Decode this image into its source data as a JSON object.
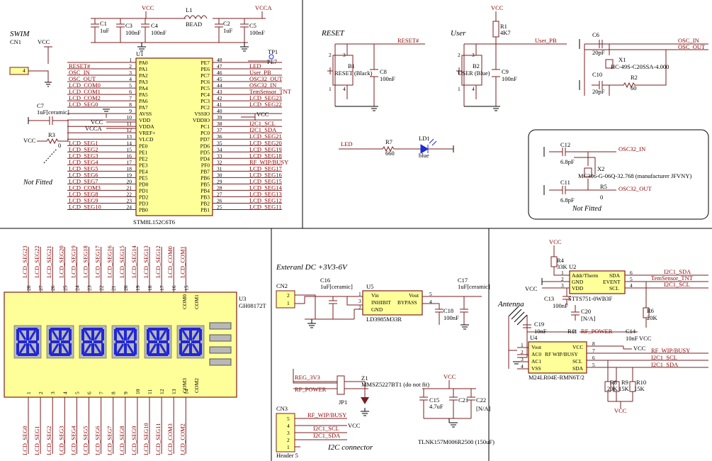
{
  "sections": {
    "swim": "SWIM",
    "reset": "RESET",
    "user": "User",
    "notfitted": "Not Fitted",
    "notfitted2": "Not Fitted",
    "extdc": "Exteranl DC +3V3-6V",
    "i2c": "I2C connector",
    "antenna": "Antenna"
  },
  "power": {
    "vcc": "VCC",
    "vcca": "VCCA"
  },
  "mcu": {
    "ref": "U1",
    "part": "STM8L152C6T6",
    "left": [
      {
        "n": "1",
        "name": "PA0",
        "net": ""
      },
      {
        "n": "2",
        "name": "PA1",
        "net": "RESET#"
      },
      {
        "n": "3",
        "name": "PA2",
        "net": "OSC_IN"
      },
      {
        "n": "4",
        "name": "PA3",
        "net": "OSC_OUT"
      },
      {
        "n": "5",
        "name": "PA4",
        "net": "LCD_COM0"
      },
      {
        "n": "6",
        "name": "PA5",
        "net": "LCD_COM1"
      },
      {
        "n": "7",
        "name": "PA6",
        "net": "LCD_COM2"
      },
      {
        "n": "8",
        "name": "PA7",
        "net": "LCD_SEG0"
      },
      {
        "n": "9",
        "name": "AVSS",
        "net": ""
      },
      {
        "n": "10",
        "name": "VDD",
        "net": ""
      },
      {
        "n": "11",
        "name": "VDDA",
        "net": ""
      },
      {
        "n": "12",
        "name": "VREF+",
        "net": ""
      },
      {
        "n": "13",
        "name": "VLCD",
        "net": ""
      },
      {
        "n": "14",
        "name": "PE0",
        "net": "LCD_SEG1"
      },
      {
        "n": "15",
        "name": "PE1",
        "net": "LCD_SEG2"
      },
      {
        "n": "16",
        "name": "PE2",
        "net": "LCD_SEG3"
      },
      {
        "n": "17",
        "name": "PE3",
        "net": "LCD_SEG4"
      },
      {
        "n": "18",
        "name": "PE4",
        "net": "LCD_SEG5"
      },
      {
        "n": "19",
        "name": "PE5",
        "net": "LCD_SEG6"
      },
      {
        "n": "20",
        "name": "PD0",
        "net": "LCD_SEG7"
      },
      {
        "n": "21",
        "name": "PD1",
        "net": "LCD_COM3"
      },
      {
        "n": "22",
        "name": "PD2",
        "net": "LCD_SEG8"
      },
      {
        "n": "23",
        "name": "PD3",
        "net": "LCD_SEG9"
      },
      {
        "n": "24",
        "name": "PB0",
        "net": "LCD_SEG10"
      }
    ],
    "right": [
      {
        "n": "48",
        "name": "PE7",
        "net": ""
      },
      {
        "n": "47",
        "name": "PE6",
        "net": "LED"
      },
      {
        "n": "46",
        "name": "PC7",
        "net": "User_PB"
      },
      {
        "n": "45",
        "name": "PC6",
        "net": "OSC32_OUT"
      },
      {
        "n": "44",
        "name": "PC5",
        "net": "OSC32_IN"
      },
      {
        "n": "43",
        "name": "PC4",
        "net": "TemSensor_TNT"
      },
      {
        "n": "42",
        "name": "PC3",
        "net": "LCD_SEG23"
      },
      {
        "n": "41",
        "name": "PC2",
        "net": "LCD_SEG22"
      },
      {
        "n": "40",
        "name": "VSSIO",
        "net": ""
      },
      {
        "n": "39",
        "name": "VDDIO",
        "net": ""
      },
      {
        "n": "38",
        "name": "PC1",
        "net": "I2C1_SCL"
      },
      {
        "n": "37",
        "name": "PC0",
        "net": "I2C1_SDA"
      },
      {
        "n": "36",
        "name": "PD7",
        "net": "LCD_SEG21"
      },
      {
        "n": "35",
        "name": "PD6",
        "net": "LCD_SEG20"
      },
      {
        "n": "34",
        "name": "PD5",
        "net": "LCD_SEG19"
      },
      {
        "n": "33",
        "name": "PD4",
        "net": "LCD_SEG18"
      },
      {
        "n": "32",
        "name": "PF0",
        "net": "RF_WIP/BUSY"
      },
      {
        "n": "31",
        "name": "PB7",
        "net": "LCD_SEG17"
      },
      {
        "n": "30",
        "name": "PB6",
        "net": "LCD_SEG16"
      },
      {
        "n": "29",
        "name": "PB5",
        "net": "LCD_SEG15"
      },
      {
        "n": "28",
        "name": "PB4",
        "net": "LCD_SEG14"
      },
      {
        "n": "27",
        "name": "PB3",
        "net": "LCD_SEG13"
      },
      {
        "n": "26",
        "name": "PB2",
        "net": "LCD_SEG12"
      },
      {
        "n": "25",
        "name": "PB1",
        "net": "LCD_SEG11"
      }
    ]
  },
  "topcaps": {
    "c1": "C1",
    "c1v": "1uF",
    "c3": "C3",
    "c3v": "100nF",
    "c4": "C4",
    "c4v": "100nF",
    "l1": "L1",
    "l1v": "BEAD",
    "c2": "C2",
    "c2v": "1uF",
    "c5": "C5",
    "c5v": "100nF"
  },
  "swimconn": {
    "ref": "CN1",
    "pin": "4"
  },
  "c7": {
    "ref": "C7",
    "val": "1uF[ceramic]"
  },
  "r3": {
    "ref": "R3",
    "val": "0"
  },
  "tp1": {
    "ref": "TP1",
    "net": "PE7"
  },
  "resetblk": {
    "net": "RESET#",
    "b1": "B1",
    "b1lbl": "RESET (Black)",
    "c8": "C8",
    "c8v": "100nF",
    "p1": "1",
    "p2": "2",
    "p3": "3",
    "p4": "4"
  },
  "userblk": {
    "r1": "R1",
    "r1v": "4K7",
    "net": "User_PB",
    "b2": "B2",
    "b2lbl": "USER (Blue)",
    "c9": "C9",
    "c9v": "100nF",
    "p1": "1",
    "p2": "2",
    "p3": "3",
    "p4": "4"
  },
  "osc": {
    "c6": "C6",
    "c6v": "20pF",
    "x1": "X1",
    "x1v": "HC-49S-C20SSA-4.000",
    "c10": "C10",
    "c10v": "20pF",
    "r2": "R2",
    "r2v": "60",
    "in": "OSC_IN",
    "out": "OSC_OUT"
  },
  "led": {
    "net": "LED",
    "r7": "R7",
    "r7v": "660",
    "ld1": "LD1",
    "ld1v": "blue"
  },
  "osc32": {
    "c12": "C12",
    "c12v": "6.8pF",
    "x2": "X2",
    "x2v": "MC306-G-06Q-32.768 (manufacturer JFVNY)",
    "c11": "C11",
    "c11v": "6.8pF",
    "r5": "R5",
    "r5v": "0",
    "in": "OSC32_IN",
    "out": "OSC32_OUT"
  },
  "lcd": {
    "ref": "U3",
    "part": "GH08172T",
    "top": [
      {
        "n": "28",
        "net": "LCD_SEG23"
      },
      {
        "n": "27",
        "net": "LCD_SEG22"
      },
      {
        "n": "26",
        "net": "LCD_SEG21"
      },
      {
        "n": "25",
        "net": "LCD_SEG20"
      },
      {
        "n": "24",
        "net": "LCD_SEG19"
      },
      {
        "n": "23",
        "net": "LCD_SEG18"
      },
      {
        "n": "22",
        "net": "LCD_SEG17"
      },
      {
        "n": "21",
        "net": "LCD_SEG16"
      },
      {
        "n": "20",
        "net": "LCD_SEG15"
      },
      {
        "n": "19",
        "net": "LCD_SEG14"
      },
      {
        "n": "18",
        "net": "LCD_SEG13"
      },
      {
        "n": "17",
        "net": "LCD_SEG12"
      },
      {
        "n": "16",
        "net": "LCD_COM0"
      },
      {
        "n": "15",
        "net": "LCD_COM1"
      }
    ],
    "bottom": [
      {
        "n": "1",
        "net": "LCD_SEG0"
      },
      {
        "n": "2",
        "net": "LCD_SEG1"
      },
      {
        "n": "3",
        "net": "LCD_SEG2"
      },
      {
        "n": "4",
        "net": "LCD_SEG3"
      },
      {
        "n": "5",
        "net": "LCD_SEG4"
      },
      {
        "n": "6",
        "net": "LCD_SEG5"
      },
      {
        "n": "7",
        "net": "LCD_SEG6"
      },
      {
        "n": "8",
        "net": "LCD_SEG7"
      },
      {
        "n": "9",
        "net": "LCD_SEG8"
      },
      {
        "n": "10",
        "net": "LCD_SEG9"
      },
      {
        "n": "11",
        "net": "LCD_SEG10"
      },
      {
        "n": "12",
        "net": "LCD_SEG11"
      },
      {
        "n": "13",
        "net": "LCD_COM3"
      },
      {
        "n": "14",
        "net": "LCD_COM2"
      }
    ],
    "com0": "COM0",
    "com1": "COM1",
    "com2": "COM2",
    "com3": "COM3"
  },
  "power_sec": {
    "cn2": "CN2",
    "cn2p1": "1",
    "cn2p2": "2",
    "c16": "C16",
    "c16v": "1uF[ceramic]",
    "u5": "U5",
    "u5part": "LD3985M33R",
    "vin": "Vin",
    "inhibit": "INHIBIT",
    "gnd": "GND",
    "vout": "Vout",
    "bypass": "BYPASS",
    "p1": "1",
    "p2": "2",
    "p3": "3",
    "p4": "4",
    "p5": "5",
    "c17": "C17",
    "c17v": "1uF[ceramic]",
    "c18": "C18",
    "c18v": "100nF",
    "reg": "REG_3V3",
    "rfp": "RF_POWER",
    "jp1": "JP1",
    "z1": "Z1",
    "z1v": "MMSZ5227BT1 (do not fit)",
    "c15": "C15",
    "c15v": "4.7uF",
    "c21": "C21",
    "c22": "C22",
    "c22v": "[N/A]",
    "tlnk": "TLNK157M006R2500 (150uF)"
  },
  "cn3": {
    "ref": "CN3",
    "part": "Header 5",
    "rfw": "RF_WIP/BUSY",
    "scl": "I2C1_SCL",
    "sda": "I2C1_SDA",
    "p": [
      "5",
      "4",
      "3",
      "2",
      "1"
    ]
  },
  "sensor": {
    "r4": "R4",
    "r4v": "33K",
    "u2": "U2",
    "u2part": "STTS751-0WB3F",
    "addr": "Addr/Therm",
    "gnd": "GND",
    "vdd": "VDD",
    "sda": "SDA",
    "event": "EVENT",
    "scl": "SCL",
    "p1": "1",
    "p2": "2",
    "p3": "3",
    "p4": "4",
    "p5": "5",
    "p6": "6",
    "i2csda": "I2C1_SDA",
    "tem": "TemSensor_TNT",
    "i2cscl": "I2C1_SCL",
    "c13": "C13",
    "c13v": "100nF",
    "r6": "R6",
    "r6v": "20K",
    "c20": "C20",
    "c20v": "[N/A]"
  },
  "eeprom": {
    "c19": "C19",
    "c19v": "10nF",
    "r11": "R11",
    "r11v": "0",
    "rfp": "RF_POWER",
    "c14": "C14",
    "c14v": "10nF",
    "u4": "U4",
    "u4part": "M24LR04E-RMN6T/2",
    "vout": "Vout",
    "ac0": "AC0",
    "ac1": "AC1",
    "vss": "VSS",
    "vcc": "VCC",
    "rfw": "RF WIP/BUSY",
    "scl": "SCL",
    "sda": "SDA",
    "p": [
      "1",
      "2",
      "3",
      "4",
      "5",
      "6",
      "7",
      "8"
    ],
    "rfwnet": "RF_WIP/BUSY",
    "sclnet": "I2C1_SCL",
    "sdanet": "I2C1_SDA",
    "r8": "R8",
    "r8v": "20K",
    "r9": "R9",
    "r9v": "15K",
    "r10": "R10",
    "r10v": "15K"
  }
}
